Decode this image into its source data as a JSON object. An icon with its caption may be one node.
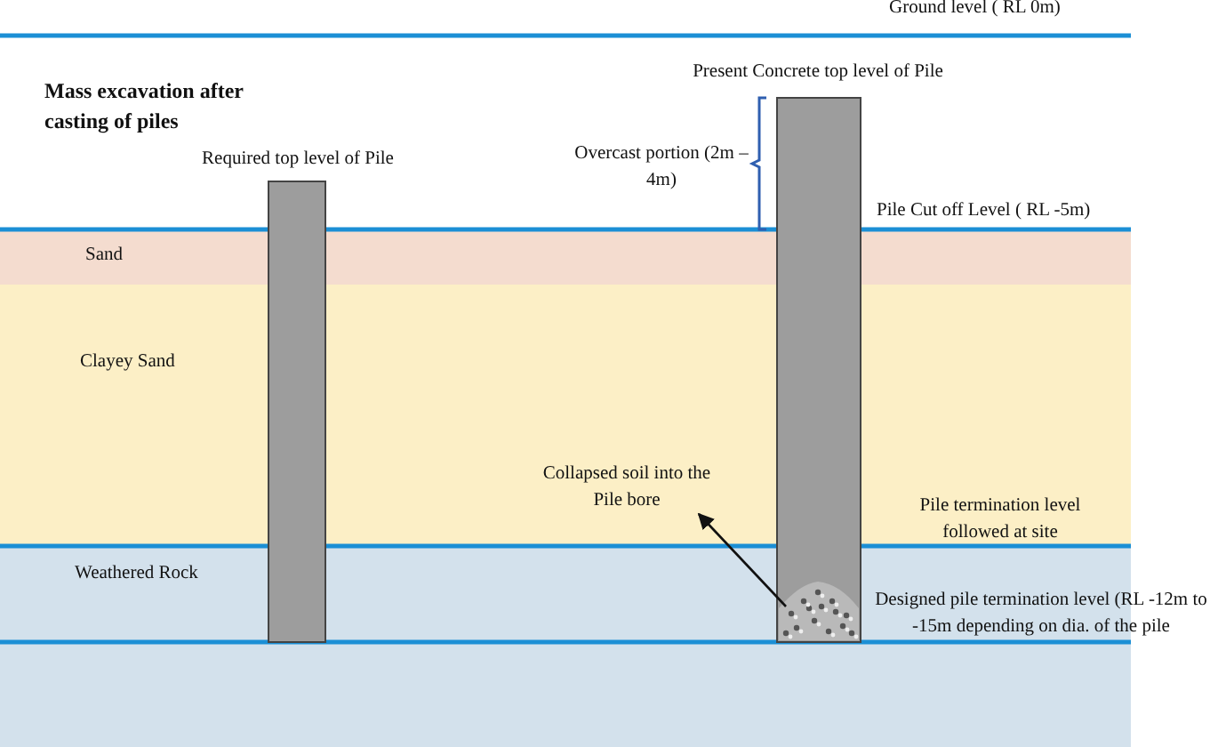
{
  "diagram": {
    "title": "Mass excavation after casting of piles",
    "nodes": [
      {
        "text": [
          "Collapsed soil into the Pile bore"
        ]
      },
      {
        "text": [],
        "shape": "picture"
      }
    ],
    "edges": [
      {
        "from": 1,
        "to": 0,
        "arrow": "to"
      }
    ],
    "labels": [
      "Ground level ( RL 0m)",
      "Present Concrete top level of Pile",
      "Required top level of Pile",
      "Overcast portion (2m – 4m)",
      "Pile Cut off Level ( RL -5m)",
      "Sand",
      "Clayey Sand",
      "Pile termination level followed at site",
      "Weathered Rock",
      "Designed pile termination level (RL -12m to -15m depending on dia. of the pile"
    ]
  }
}
